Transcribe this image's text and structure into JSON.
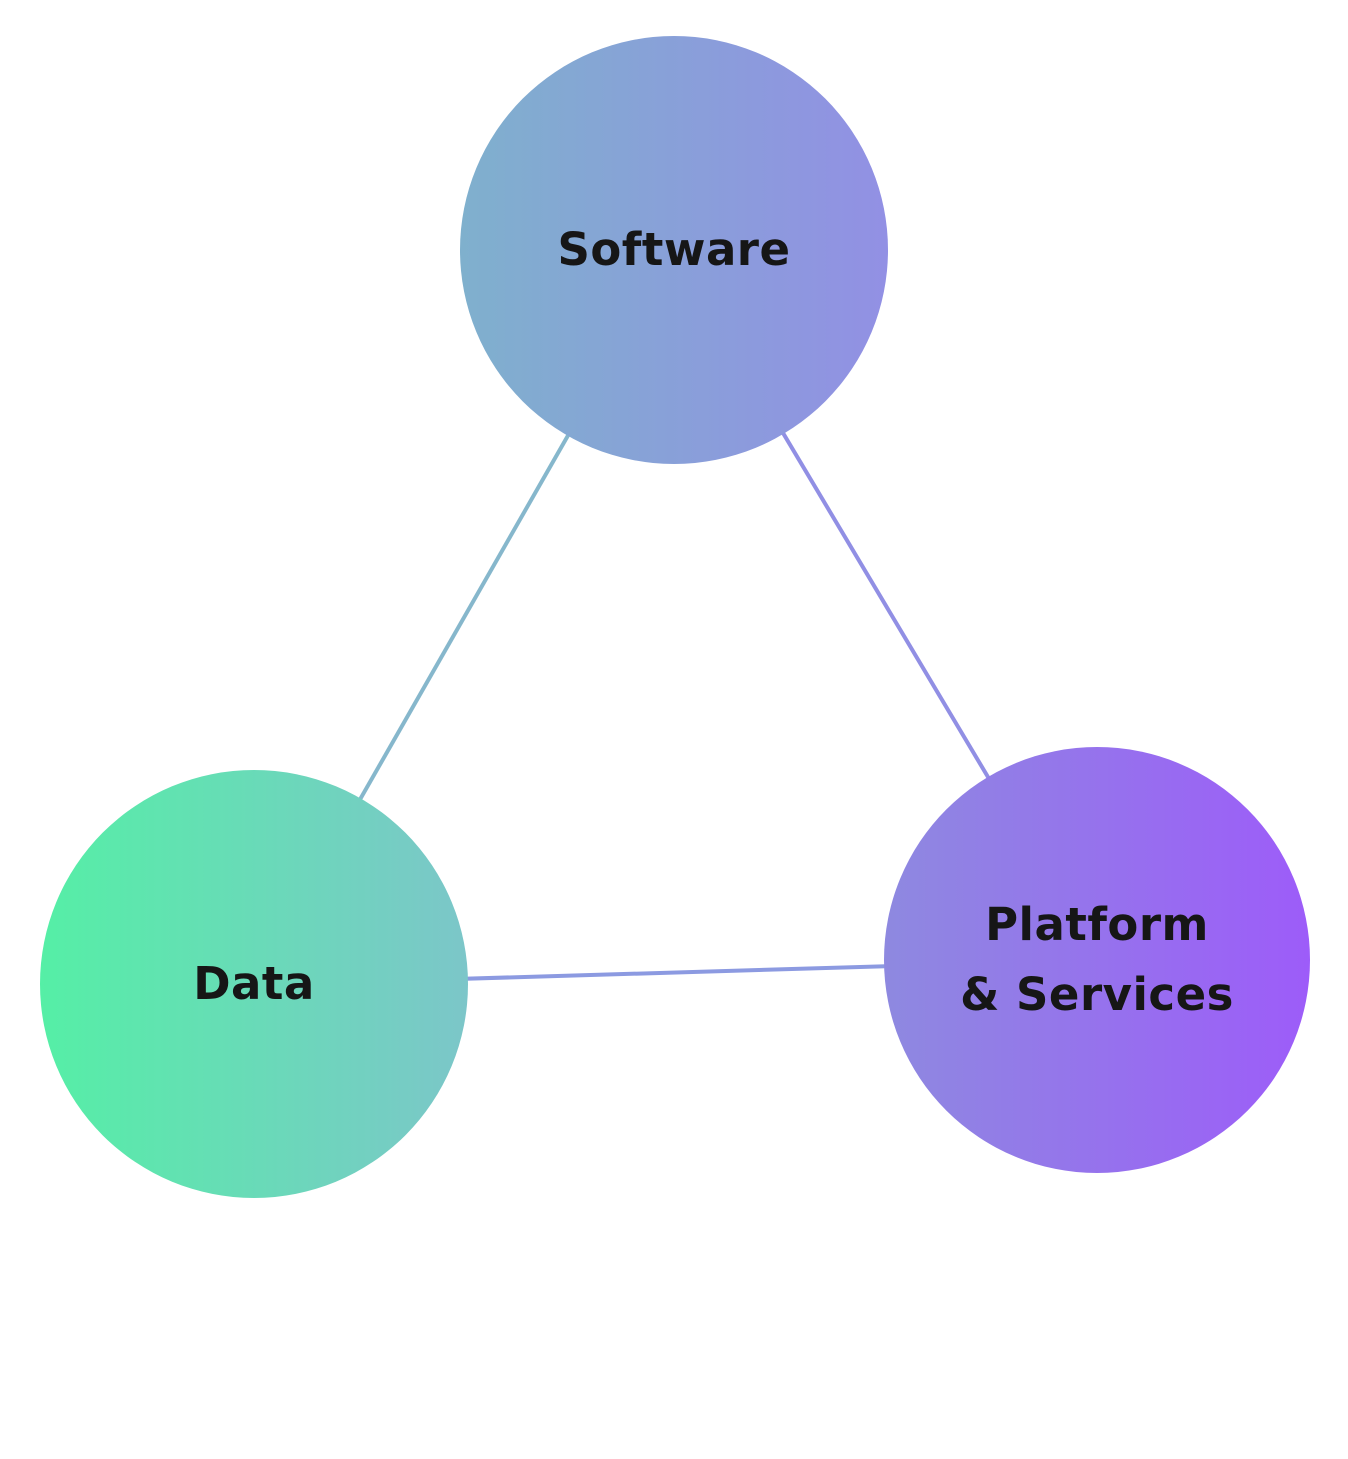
{
  "diagram": {
    "background_color": "#ffffff",
    "text_color": "#161616",
    "nodes": [
      {
        "id": "software",
        "label": "Software",
        "gradient_from": "#7fb0cd",
        "gradient_to": "#9290e4"
      },
      {
        "id": "data",
        "label": "Data",
        "gradient_from": "#55efa6",
        "gradient_to": "#7cc6c9"
      },
      {
        "id": "platform-services",
        "label": "Platform & Services",
        "label_line1": "Platform",
        "label_line2": "& Services",
        "gradient_from": "#8e89e0",
        "gradient_to": "#9d5cf9"
      }
    ],
    "edges": [
      {
        "from": "software",
        "to": "data",
        "color": "#86b7cc"
      },
      {
        "from": "software",
        "to": "platform-services",
        "color": "#918fe4"
      },
      {
        "from": "data",
        "to": "platform-services",
        "color": "#8c9ae1"
      }
    ]
  }
}
